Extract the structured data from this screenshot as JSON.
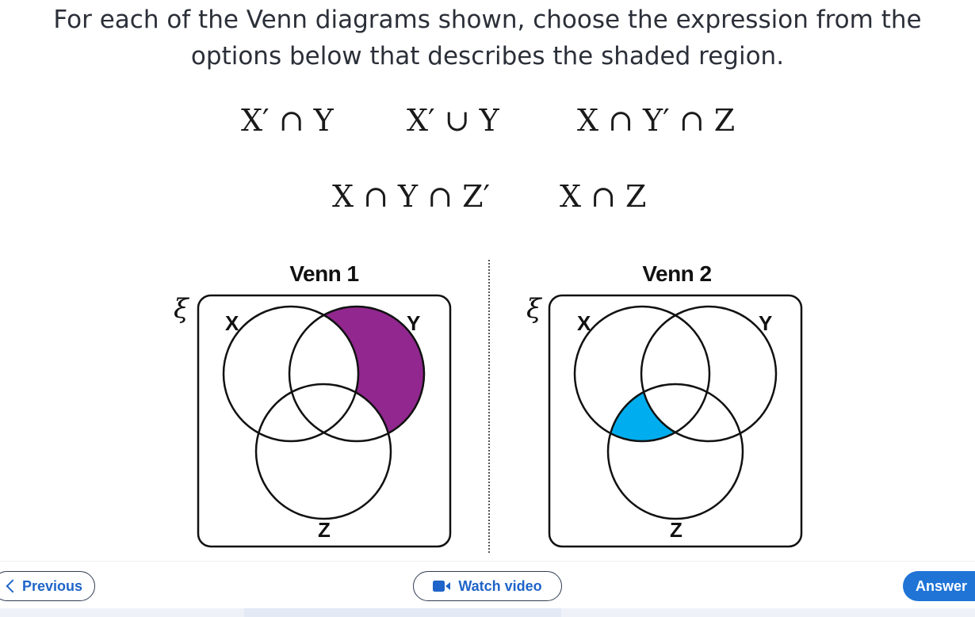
{
  "prompt": {
    "line1": "For each of the Venn diagrams shown, choose the expression from the",
    "line2": "options below that describes the shaded region."
  },
  "options": [
    "X′ ∩ Y",
    "X′ ∪ Y",
    "X ∩ Y′ ∩ Z",
    "X ∩ Y ∩ Z′",
    "X ∩ Z"
  ],
  "venn1": {
    "title": "Venn 1",
    "universal": "ξ",
    "label_x": "X",
    "label_y": "Y",
    "label_z": "Z",
    "shaded_region": "Y only (outside X and Z)",
    "shade_color": "#92278f"
  },
  "venn2": {
    "title": "Venn 2",
    "universal": "ξ",
    "label_x": "X",
    "label_y": "Y",
    "label_z": "Z",
    "shaded_region": "X and Z only (outside Y)",
    "shade_color": "#00aeef"
  },
  "footer": {
    "previous_label": "Previous",
    "video_label": "Watch video",
    "answer_label": "Answer",
    "accent": "#1f74d6"
  }
}
